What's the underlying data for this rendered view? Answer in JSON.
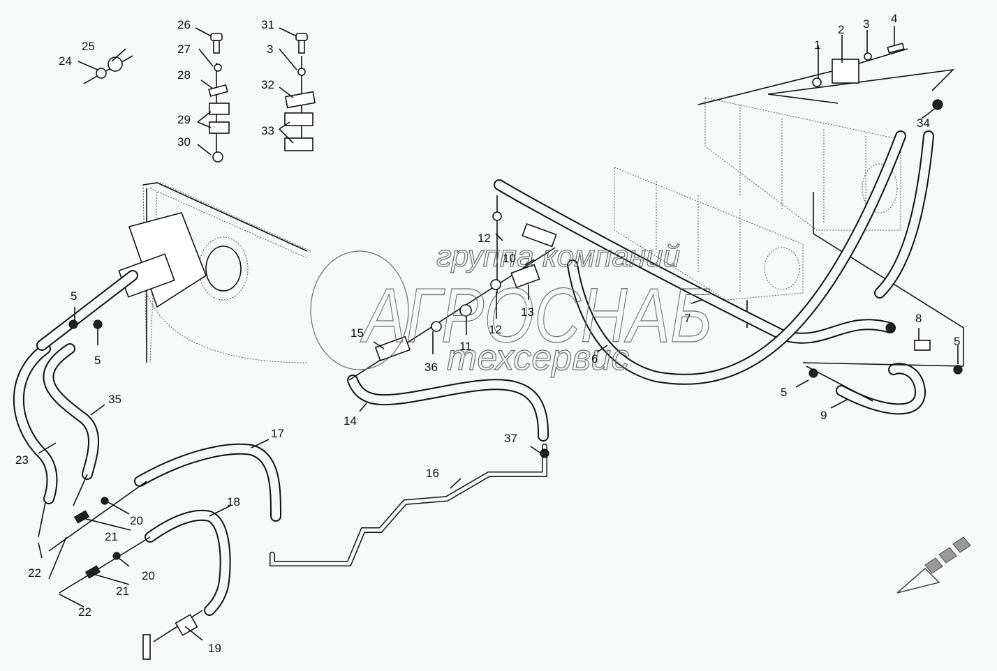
{
  "diagram": {
    "title": "Hydraulic hose and fittings assembly (exploded view)",
    "watermark": {
      "line1": "группа компаний",
      "line2": "АГРОСНАБ",
      "line3": "техсервис"
    },
    "callouts": {
      "c1": "1",
      "c2": "2",
      "c3a": "3",
      "c3b": "3",
      "c4": "4",
      "c5a": "5",
      "c5b": "5",
      "c5c": "5",
      "c5d": "5",
      "c6": "6",
      "c7": "7",
      "c8": "8",
      "c9": "9",
      "c10": "10",
      "c11": "11",
      "c12a": "12",
      "c12b": "12",
      "c13": "13",
      "c14": "14",
      "c15": "15",
      "c16": "16",
      "c17": "17",
      "c18": "18",
      "c19": "19",
      "c20a": "20",
      "c20b": "20",
      "c21a": "21",
      "c21b": "21",
      "c22a": "22",
      "c22b": "22",
      "c23": "23",
      "c24": "24",
      "c25": "25",
      "c26": "26",
      "c27": "27",
      "c28": "28",
      "c29": "29",
      "c30": "30",
      "c31": "31",
      "c32": "32",
      "c33": "33",
      "c34": "34",
      "c35": "35",
      "c36": "36",
      "c37": "37"
    },
    "direction_arrow": "travel-direction-arrow"
  }
}
